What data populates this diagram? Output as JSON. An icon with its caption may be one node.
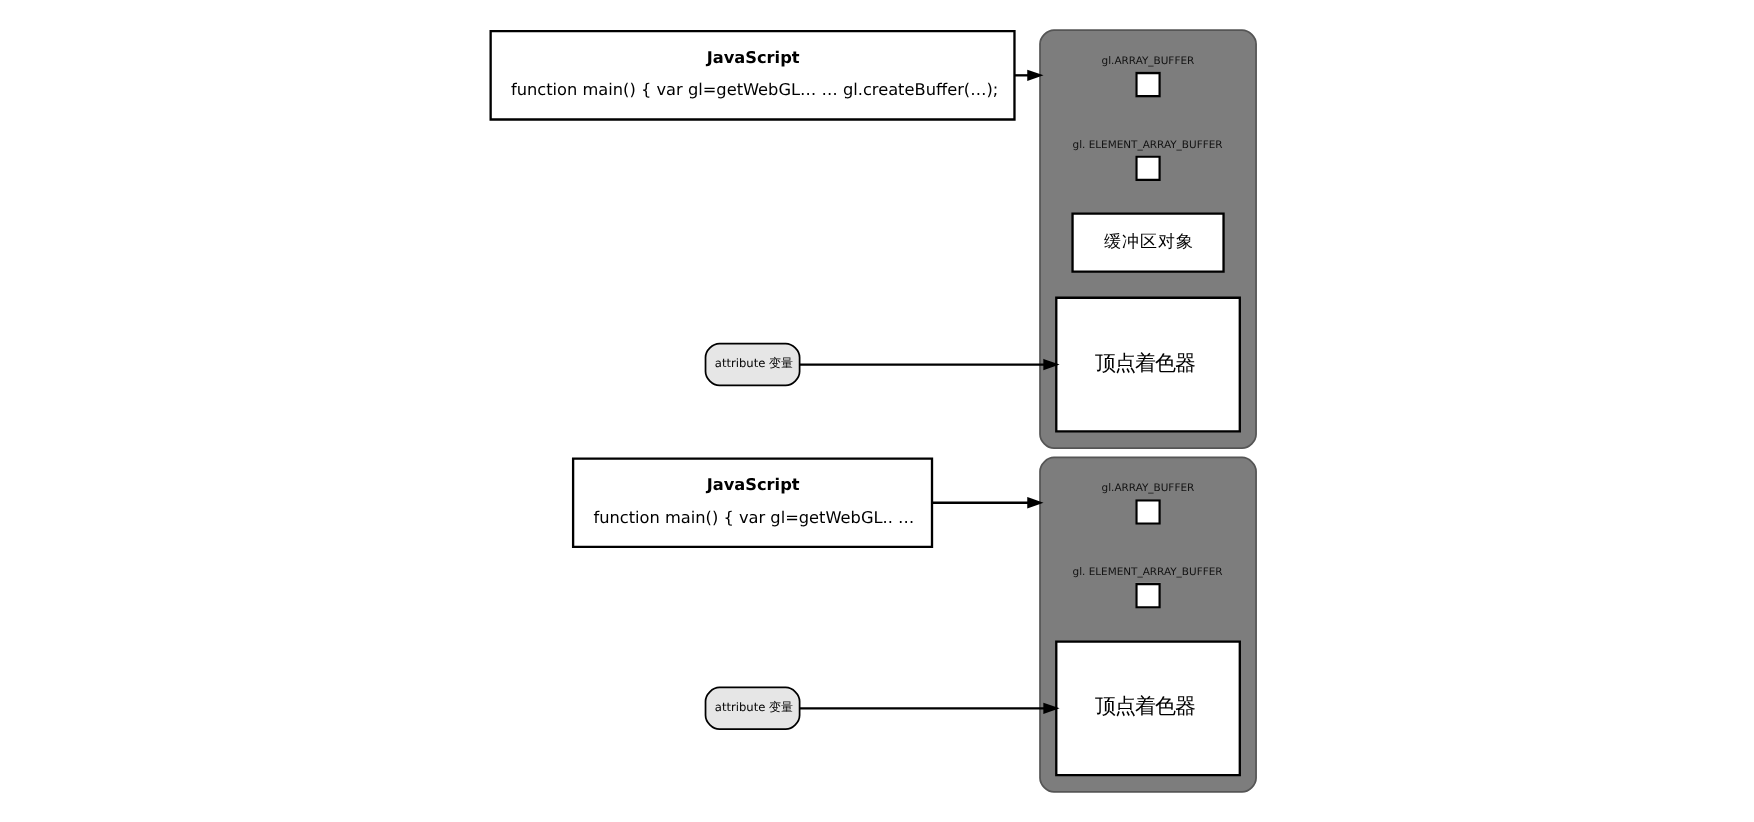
{
  "diagram": {
    "nodes": [
      {
        "text": [
          "JavaScript",
          "function main() { var gl=getWebGL.. …"
        ]
      },
      {
        "text": [],
        "shape": "box"
      },
      {
        "text": [
          "gl.ARRAY_BUFFER"
        ],
        "in": 1
      },
      {
        "text": [
          "gl. ELEMENT_ARRAY_BUFFER"
        ],
        "in": 1
      },
      {
        "text": [
          "attribute 变量"
        ]
      },
      {
        "text": [
          "顶点着色器"
        ],
        "in": 1
      },
      {
        "text": [
          "JavaScript",
          "function main() { var gl=getWebGL… … gl.createBuffer(…);"
        ]
      },
      {
        "text": [],
        "shape": "box"
      },
      {
        "text": [
          "gl.ARRAY_BUFFER"
        ],
        "in": 7
      },
      {
        "text": [
          "gl. ELEMENT_ARRAY_BUFFER"
        ],
        "in": 7
      },
      {
        "text": [
          "缓冲区对象"
        ],
        "in": 7
      },
      {
        "text": [
          "attribute 变量"
        ]
      },
      {
        "text": [
          "顶点着色器"
        ],
        "in": 7
      }
    ],
    "edges": [
      {
        "from": 0,
        "to": 1,
        "arrow": "to"
      },
      {
        "from": 4,
        "to": 5,
        "arrow": "to"
      },
      {
        "from": 6,
        "to": 7,
        "arrow": "to"
      },
      {
        "from": 11,
        "to": 12,
        "arrow": "to"
      }
    ]
  }
}
